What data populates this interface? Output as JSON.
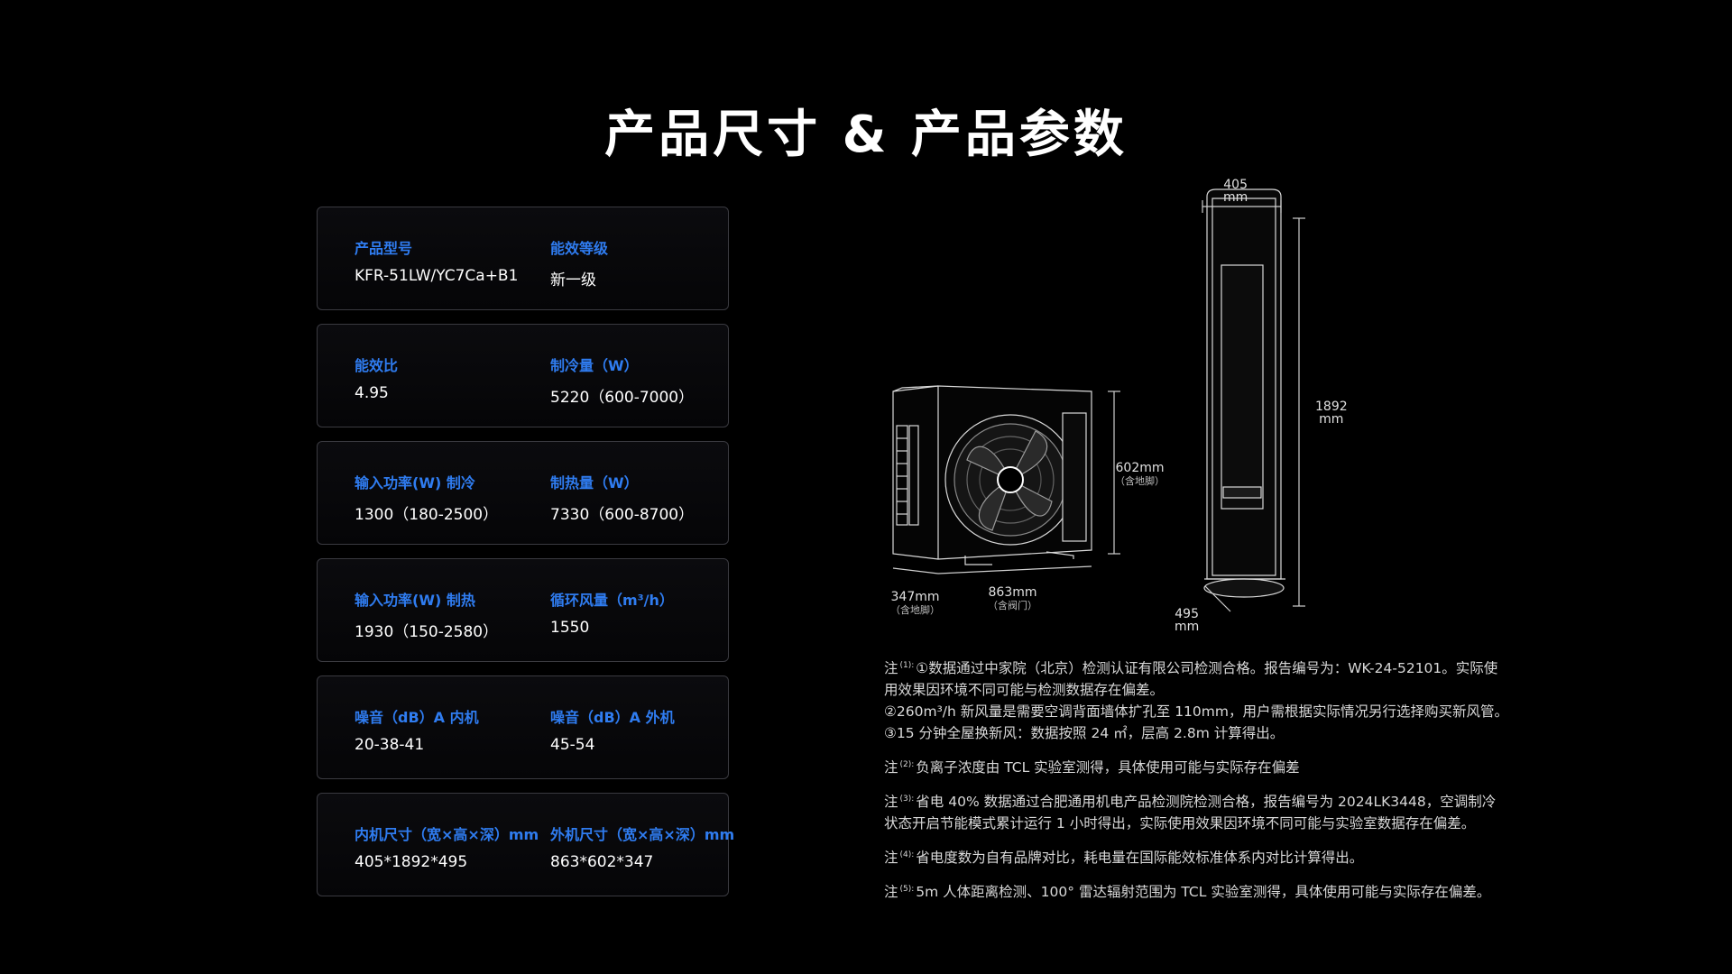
{
  "title": "产品尺寸 & 产品参数",
  "specs": [
    {
      "l1": "产品型号",
      "v1": "KFR-51LW/YC7Ca+B1",
      "l2": "能效等级",
      "v2": "新一级"
    },
    {
      "l1": "能效比",
      "v1": "4.95",
      "l2": "制冷量（W）",
      "v2": "5220（600-7000）"
    },
    {
      "l1": "输入功率(W) 制冷",
      "v1": "1300（180-2500）",
      "l2": "制热量（W）",
      "v2": "7330（600-8700）"
    },
    {
      "l1": "输入功率(W) 制热",
      "v1": "1930（150-2580）",
      "l2": "循环风量（m³/h）",
      "v2": "1550"
    },
    {
      "l1": "噪音（dB）A 内机",
      "v1": "20-38-41",
      "l2": "噪音（dB）A 外机",
      "v2": "45-54"
    },
    {
      "l1": "内机尺寸（宽×高×深）mm",
      "v1": "405*1892*495",
      "l2": "外机尺寸（宽×高×深）mm",
      "v2": "863*602*347"
    }
  ],
  "dims": {
    "indoor_width": "405",
    "indoor_width_unit": "mm",
    "indoor_height": "1892",
    "indoor_height_unit": "mm",
    "indoor_depth": "495",
    "indoor_depth_unit": "mm",
    "outdoor_height": "602mm",
    "outdoor_height_note": "（含地脚）",
    "outdoor_width": "863mm",
    "outdoor_width_note": "（含阀门）",
    "outdoor_depth": "347mm",
    "outdoor_depth_note": "（含地脚）"
  },
  "notes": [
    {
      "prefix": "注",
      "mark": "(1):",
      "lines": [
        "①数据通过中家院（北京）检测认证有限公司检测合格。报告编号为：WK-24-52101。实际使",
        "用效果因环境不同可能与检测数据存在偏差。",
        "②260m³/h 新风量是需要空调背面墙体扩孔至 110mm，用户需根据实际情况另行选择购买新风管。",
        "③15 分钟全屋换新风：数据按照 24 ㎡，层高 2.8m 计算得出。"
      ]
    },
    {
      "prefix": "注",
      "mark": "(2):",
      "lines": [
        "负离子浓度由 TCL 实验室测得，具体使用可能与实际存在偏差"
      ]
    },
    {
      "prefix": "注",
      "mark": "(3):",
      "lines": [
        "省电 40% 数据通过合肥通用机电产品检测院检测合格，报告编号为 2024LK3448，空调制冷",
        "状态开启节能模式累计运行 1 小时得出，实际使用效果因环境不同可能与实验室数据存在偏差。"
      ]
    },
    {
      "prefix": "注",
      "mark": "(4):",
      "lines": [
        "省电度数为自有品牌对比，耗电量在国际能效标准体系内对比计算得出。"
      ]
    },
    {
      "prefix": "注",
      "mark": "(5):",
      "lines": [
        "5m 人体距离检测、100° 雷达辐射范围为 TCL 实验室测得，具体使用可能与实际存在偏差。"
      ]
    }
  ]
}
